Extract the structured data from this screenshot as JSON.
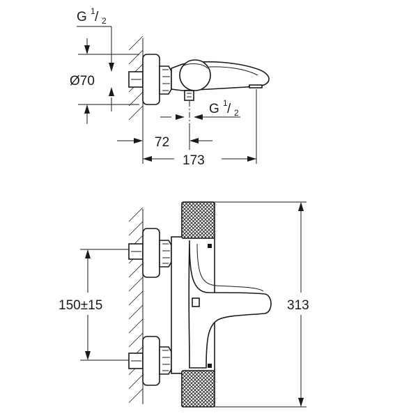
{
  "top_view": {
    "thread_top": {
      "base": "G",
      "num": "1",
      "den": "2"
    },
    "thread_outlet": {
      "base": "G",
      "num": "1",
      "den": "2"
    },
    "diameter_label": "Ø70",
    "dim_72": "72",
    "dim_173": "173"
  },
  "front_view": {
    "dim_centers": "150±15",
    "dim_height": "313"
  }
}
